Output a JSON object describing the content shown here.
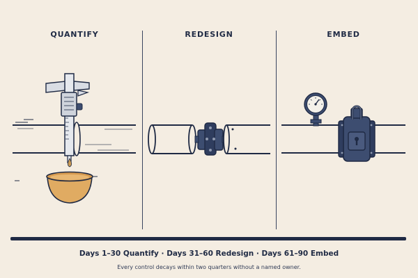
{
  "panels": [
    {
      "title": "QUANTIFY",
      "icon": "caliper-drip-bowl-icon"
    },
    {
      "title": "REDESIGN",
      "icon": "pipe-flange-icon"
    },
    {
      "title": "EMBED",
      "icon": "gauge-locked-valve-icon"
    }
  ],
  "timeline": "Days 1–30 Quantify · Days 31–60 Redesign · Days 61–90 Embed",
  "footnote": "Every control decays within two quarters without a named owner.",
  "colors": {
    "background": "#f4ede2",
    "ink": "#1f2a44",
    "steel": "#3d4d70",
    "bowl": "#e0ab62",
    "drip": "#c99a55"
  }
}
